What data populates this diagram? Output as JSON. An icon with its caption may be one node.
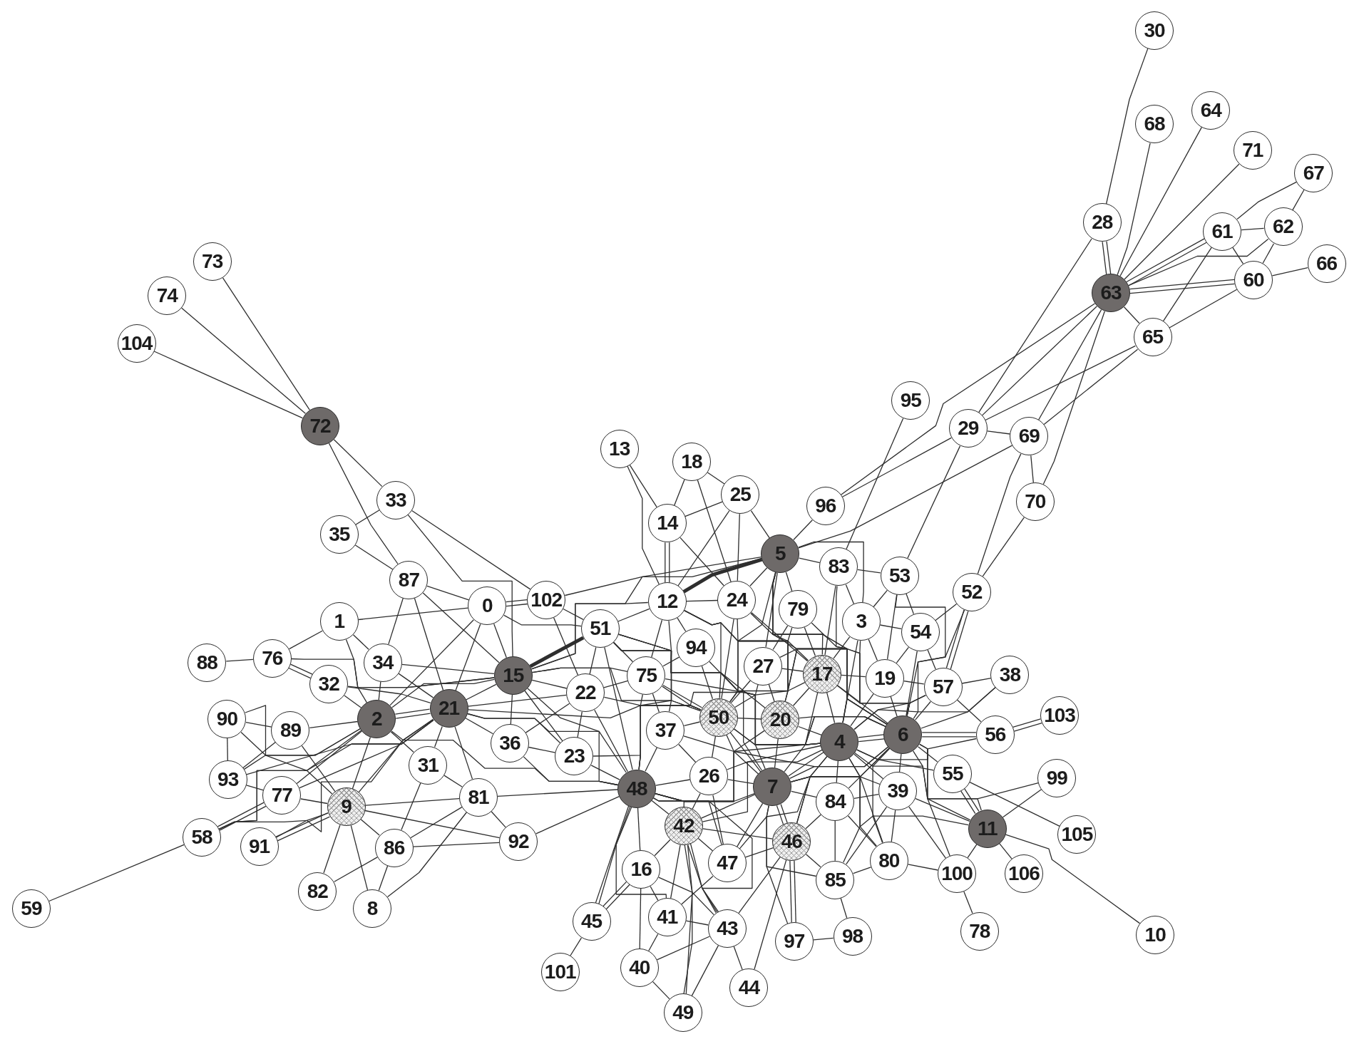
{
  "diagram": {
    "nodes": [
      {
        "text": [
          "0"
        ]
      },
      {
        "text": [
          "1"
        ]
      },
      {
        "text": [
          "2"
        ]
      },
      {
        "text": [
          "3"
        ]
      },
      {
        "text": [
          "4"
        ]
      },
      {
        "text": [
          "5"
        ]
      },
      {
        "text": [
          "6"
        ]
      },
      {
        "text": [
          "7"
        ]
      },
      {
        "text": [
          "8"
        ]
      },
      {
        "text": [
          "9"
        ]
      },
      {
        "text": [
          "10"
        ]
      },
      {
        "text": [
          "11"
        ]
      },
      {
        "text": [
          "12"
        ]
      },
      {
        "text": [
          "13"
        ]
      },
      {
        "text": [
          "14"
        ]
      },
      {
        "text": [
          "15"
        ]
      },
      {
        "text": [
          "16"
        ]
      },
      {
        "text": [
          "17"
        ]
      },
      {
        "text": [
          "18"
        ]
      },
      {
        "text": [
          "19"
        ]
      },
      {
        "text": [
          "20"
        ]
      },
      {
        "text": [
          "21"
        ]
      },
      {
        "text": [
          "22"
        ]
      },
      {
        "text": [
          "23"
        ]
      },
      {
        "text": [
          "24"
        ]
      },
      {
        "text": [
          "25"
        ]
      },
      {
        "text": [
          "26"
        ]
      },
      {
        "text": [
          "27"
        ]
      },
      {
        "text": [
          "28"
        ]
      },
      {
        "text": [
          "29"
        ]
      },
      {
        "text": [
          "30"
        ]
      },
      {
        "text": [
          "31"
        ]
      },
      {
        "text": [
          "32"
        ]
      },
      {
        "text": [
          "33"
        ]
      },
      {
        "text": [
          "34"
        ]
      },
      {
        "text": [
          "35"
        ]
      },
      {
        "text": [
          "36"
        ]
      },
      {
        "text": [
          "37"
        ]
      },
      {
        "text": [
          "38"
        ]
      },
      {
        "text": [
          "39"
        ]
      },
      {
        "text": [
          "40"
        ]
      },
      {
        "text": [
          "41"
        ]
      },
      {
        "text": [
          "42"
        ]
      },
      {
        "text": [
          "43"
        ]
      },
      {
        "text": [
          "44"
        ]
      },
      {
        "text": [
          "45"
        ]
      },
      {
        "text": [
          "46"
        ]
      },
      {
        "text": [
          "47"
        ]
      },
      {
        "text": [
          "48"
        ]
      },
      {
        "text": [
          "49"
        ]
      },
      {
        "text": [
          "50"
        ]
      },
      {
        "text": [
          "51"
        ]
      },
      {
        "text": [
          "52"
        ]
      },
      {
        "text": [
          "53"
        ]
      },
      {
        "text": [
          "54"
        ]
      },
      {
        "text": [
          "55"
        ]
      },
      {
        "text": [
          "56"
        ]
      },
      {
        "text": [
          "57"
        ]
      },
      {
        "text": [
          "58"
        ]
      },
      {
        "text": [
          "59"
        ]
      },
      {
        "text": [
          "60"
        ]
      },
      {
        "text": [
          "61"
        ]
      },
      {
        "text": [
          "62"
        ]
      },
      {
        "text": [
          "63"
        ]
      },
      {
        "text": [
          "64"
        ]
      },
      {
        "text": [
          "65"
        ]
      },
      {
        "text": [
          "66"
        ]
      },
      {
        "text": [
          "67"
        ]
      },
      {
        "text": [
          "68"
        ]
      },
      {
        "text": [
          "69"
        ]
      },
      {
        "text": [
          "70"
        ]
      },
      {
        "text": [
          "71"
        ]
      },
      {
        "text": [
          "72"
        ]
      },
      {
        "text": [
          "73"
        ]
      },
      {
        "text": [
          "74"
        ]
      },
      {
        "text": [
          "75"
        ]
      },
      {
        "text": [
          "76"
        ]
      },
      {
        "text": [
          "77"
        ]
      },
      {
        "text": [
          "78"
        ]
      },
      {
        "text": [
          "79"
        ]
      },
      {
        "text": [
          "80"
        ]
      },
      {
        "text": [
          "81"
        ]
      },
      {
        "text": [
          "82"
        ]
      },
      {
        "text": [
          "83"
        ]
      },
      {
        "text": [
          "84"
        ]
      },
      {
        "text": [
          "85"
        ]
      },
      {
        "text": [
          "86"
        ]
      },
      {
        "text": [
          "87"
        ]
      },
      {
        "text": [
          "88"
        ]
      },
      {
        "text": [
          "89"
        ]
      },
      {
        "text": [
          "90"
        ]
      },
      {
        "text": [
          "91"
        ]
      },
      {
        "text": [
          "92"
        ]
      },
      {
        "text": [
          "93"
        ]
      },
      {
        "text": [
          "94"
        ]
      },
      {
        "text": [
          "95"
        ]
      },
      {
        "text": [
          "96"
        ]
      },
      {
        "text": [
          "97"
        ]
      },
      {
        "text": [
          "98"
        ]
      },
      {
        "text": [
          "99"
        ]
      },
      {
        "text": [
          "100"
        ]
      },
      {
        "text": [
          "101"
        ]
      },
      {
        "text": [
          "102"
        ]
      },
      {
        "text": [
          "103"
        ]
      },
      {
        "text": [
          "104"
        ]
      },
      {
        "text": [
          "105"
        ]
      },
      {
        "text": [
          "106"
        ]
      }
    ],
    "edges": [
      {
        "from": 30,
        "to": 28,
        "arrow": "none"
      },
      {
        "from": 28,
        "to": 63,
        "arrow": "none"
      },
      {
        "from": 28,
        "to": 63,
        "arrow": "none"
      },
      {
        "from": 28,
        "to": 29,
        "arrow": "none"
      },
      {
        "from": 68,
        "to": 63,
        "arrow": "none"
      },
      {
        "from": 64,
        "to": 63,
        "arrow": "none"
      },
      {
        "from": 71,
        "to": 63,
        "arrow": "none"
      },
      {
        "from": 67,
        "to": 61,
        "arrow": "none"
      },
      {
        "from": 67,
        "to": 62,
        "arrow": "none"
      },
      {
        "from": 61,
        "to": 62,
        "arrow": "none"
      },
      {
        "from": 61,
        "to": 63,
        "arrow": "none"
      },
      {
        "from": 61,
        "to": 63,
        "arrow": "none"
      },
      {
        "from": 62,
        "to": 63,
        "arrow": "none"
      },
      {
        "from": 63,
        "to": 60,
        "arrow": "none"
      },
      {
        "from": 63,
        "to": 60,
        "arrow": "none"
      },
      {
        "from": 61,
        "to": 60,
        "arrow": "none"
      },
      {
        "from": 62,
        "to": 60,
        "arrow": "none"
      },
      {
        "from": 60,
        "to": 66,
        "arrow": "none"
      },
      {
        "from": 60,
        "to": 65,
        "arrow": "none"
      },
      {
        "from": 61,
        "to": 65,
        "arrow": "none"
      },
      {
        "from": 63,
        "to": 65,
        "arrow": "none"
      },
      {
        "from": 63,
        "to": 29,
        "arrow": "none"
      },
      {
        "from": 63,
        "to": 96,
        "arrow": "none"
      },
      {
        "from": 63,
        "to": 69,
        "arrow": "none"
      },
      {
        "from": 63,
        "to": 70,
        "arrow": "none"
      },
      {
        "from": 65,
        "to": 29,
        "arrow": "none"
      },
      {
        "from": 65,
        "to": 69,
        "arrow": "none"
      },
      {
        "from": 29,
        "to": 69,
        "arrow": "none"
      },
      {
        "from": 69,
        "to": 70,
        "arrow": "none"
      },
      {
        "from": 29,
        "to": 96,
        "arrow": "none"
      },
      {
        "from": 69,
        "to": 5,
        "arrow": "none"
      },
      {
        "from": 96,
        "to": 5,
        "arrow": "none"
      },
      {
        "from": 95,
        "to": 83,
        "arrow": "none"
      },
      {
        "from": 29,
        "to": 53,
        "arrow": "none"
      },
      {
        "from": 69,
        "to": 52,
        "arrow": "none"
      },
      {
        "from": 70,
        "to": 52,
        "arrow": "none"
      },
      {
        "from": 52,
        "to": 57,
        "arrow": "none"
      },
      {
        "from": 52,
        "to": 57,
        "arrow": "none"
      },
      {
        "from": 52,
        "to": 54,
        "arrow": "none"
      },
      {
        "from": 52,
        "to": 6,
        "arrow": "none"
      },
      {
        "from": 73,
        "to": 72,
        "arrow": "none"
      },
      {
        "from": 74,
        "to": 72,
        "arrow": "none"
      },
      {
        "from": 104,
        "to": 72,
        "arrow": "none"
      },
      {
        "from": 72,
        "to": 33,
        "arrow": "none"
      },
      {
        "from": 72,
        "to": 87,
        "arrow": "none"
      },
      {
        "from": 33,
        "to": 35,
        "arrow": "none"
      },
      {
        "from": 33,
        "to": 15,
        "arrow": "none"
      },
      {
        "from": 33,
        "to": 102,
        "arrow": "none"
      },
      {
        "from": 35,
        "to": 87,
        "arrow": "none"
      },
      {
        "from": 87,
        "to": 0,
        "arrow": "none"
      },
      {
        "from": 87,
        "to": 15,
        "arrow": "none"
      },
      {
        "from": 87,
        "to": 21,
        "arrow": "none"
      },
      {
        "from": 87,
        "to": 34,
        "arrow": "none"
      },
      {
        "from": 1,
        "to": 0,
        "arrow": "none"
      },
      {
        "from": 1,
        "to": 76,
        "arrow": "none"
      },
      {
        "from": 1,
        "to": 34,
        "arrow": "none"
      },
      {
        "from": 1,
        "to": 2,
        "arrow": "none"
      },
      {
        "from": 88,
        "to": 76,
        "arrow": "none"
      },
      {
        "from": 76,
        "to": 32,
        "arrow": "none"
      },
      {
        "from": 76,
        "to": 32,
        "arrow": "none"
      },
      {
        "from": 76,
        "to": 15,
        "arrow": "none"
      },
      {
        "from": 34,
        "to": 15,
        "arrow": "none"
      },
      {
        "from": 34,
        "to": 21,
        "arrow": "none"
      },
      {
        "from": 34,
        "to": 2,
        "arrow": "none"
      },
      {
        "from": 32,
        "to": 2,
        "arrow": "none"
      },
      {
        "from": 32,
        "to": 21,
        "arrow": "none"
      },
      {
        "from": 32,
        "to": 15,
        "arrow": "none"
      },
      {
        "from": 0,
        "to": 21,
        "arrow": "none"
      },
      {
        "from": 0,
        "to": 2,
        "arrow": "none"
      },
      {
        "from": 0,
        "to": 15,
        "arrow": "none"
      },
      {
        "from": 0,
        "to": 102,
        "arrow": "none"
      },
      {
        "from": 0,
        "to": 102,
        "arrow": "none"
      },
      {
        "from": 0,
        "to": 51,
        "arrow": "none"
      },
      {
        "from": 90,
        "to": 2,
        "arrow": "none"
      },
      {
        "from": 90,
        "to": 89,
        "arrow": "none"
      },
      {
        "from": 90,
        "to": 93,
        "arrow": "none"
      },
      {
        "from": 90,
        "to": 9,
        "arrow": "none"
      },
      {
        "from": 89,
        "to": 2,
        "arrow": "none"
      },
      {
        "from": 89,
        "to": 9,
        "arrow": "none"
      },
      {
        "from": 93,
        "to": 89,
        "arrow": "none"
      },
      {
        "from": 93,
        "to": 2,
        "arrow": "none"
      },
      {
        "from": 93,
        "to": 21,
        "arrow": "none"
      },
      {
        "from": 93,
        "to": 77,
        "arrow": "none"
      },
      {
        "from": 77,
        "to": 2,
        "arrow": "none"
      },
      {
        "from": 77,
        "to": 21,
        "arrow": "none"
      },
      {
        "from": 77,
        "to": 9,
        "arrow": "none"
      },
      {
        "from": 58,
        "to": 59,
        "arrow": "none"
      },
      {
        "from": 58,
        "to": 77,
        "arrow": "none"
      },
      {
        "from": 58,
        "to": 77,
        "arrow": "none"
      },
      {
        "from": 58,
        "to": 2,
        "arrow": "none"
      },
      {
        "from": 58,
        "to": 21,
        "arrow": "none"
      },
      {
        "from": 58,
        "to": 9,
        "arrow": "none"
      },
      {
        "from": 91,
        "to": 9,
        "arrow": "none"
      },
      {
        "from": 91,
        "to": 9,
        "arrow": "none"
      },
      {
        "from": 91,
        "to": 21,
        "arrow": "none"
      },
      {
        "from": 9,
        "to": 2,
        "arrow": "none"
      },
      {
        "from": 9,
        "to": 21,
        "arrow": "none"
      },
      {
        "from": 9,
        "to": 81,
        "arrow": "none"
      },
      {
        "from": 9,
        "to": 86,
        "arrow": "none"
      },
      {
        "from": 9,
        "to": 82,
        "arrow": "none"
      },
      {
        "from": 9,
        "to": 8,
        "arrow": "none"
      },
      {
        "from": 9,
        "to": 92,
        "arrow": "none"
      },
      {
        "from": 31,
        "to": 21,
        "arrow": "none"
      },
      {
        "from": 31,
        "to": 2,
        "arrow": "none"
      },
      {
        "from": 31,
        "to": 86,
        "arrow": "none"
      },
      {
        "from": 31,
        "to": 81,
        "arrow": "none"
      },
      {
        "from": 81,
        "to": 21,
        "arrow": "none"
      },
      {
        "from": 81,
        "to": 86,
        "arrow": "none"
      },
      {
        "from": 81,
        "to": 8,
        "arrow": "none"
      },
      {
        "from": 81,
        "to": 92,
        "arrow": "none"
      },
      {
        "from": 81,
        "to": 48,
        "arrow": "none"
      },
      {
        "from": 86,
        "to": 82,
        "arrow": "none"
      },
      {
        "from": 86,
        "to": 8,
        "arrow": "none"
      },
      {
        "from": 86,
        "to": 92,
        "arrow": "none"
      },
      {
        "from": 92,
        "to": 48,
        "arrow": "none"
      },
      {
        "from": 36,
        "to": 21,
        "arrow": "none"
      },
      {
        "from": 36,
        "to": 15,
        "arrow": "none"
      },
      {
        "from": 36,
        "to": 22,
        "arrow": "none"
      },
      {
        "from": 36,
        "to": 23,
        "arrow": "none"
      },
      {
        "from": 23,
        "to": 21,
        "arrow": "none"
      },
      {
        "from": 23,
        "to": 48,
        "arrow": "none"
      },
      {
        "from": 2,
        "to": 21,
        "arrow": "none"
      },
      {
        "from": 2,
        "to": 21,
        "arrow": "none"
      },
      {
        "from": 21,
        "to": 15,
        "arrow": "none"
      },
      {
        "from": 15,
        "to": 51,
        "arrow": "none",
        "style": "thick"
      },
      {
        "from": 15,
        "to": 22,
        "arrow": "none"
      },
      {
        "from": 15,
        "to": 48,
        "arrow": "none"
      },
      {
        "from": 15,
        "to": 12,
        "arrow": "none"
      },
      {
        "from": 15,
        "to": 5,
        "arrow": "none"
      },
      {
        "from": 102,
        "to": 51,
        "arrow": "none"
      },
      {
        "from": 102,
        "to": 5,
        "arrow": "none"
      },
      {
        "from": 102,
        "to": 22,
        "arrow": "none"
      },
      {
        "from": 21,
        "to": 48,
        "arrow": "none"
      },
      {
        "from": 2,
        "to": 48,
        "arrow": "none"
      },
      {
        "from": 21,
        "to": 50,
        "arrow": "none"
      },
      {
        "from": 15,
        "to": 50,
        "arrow": "none"
      },
      {
        "from": 2,
        "to": 15,
        "arrow": "none"
      },
      {
        "from": 21,
        "to": 22,
        "arrow": "none"
      },
      {
        "from": 15,
        "to": 23,
        "arrow": "none"
      },
      {
        "from": 36,
        "to": 48,
        "arrow": "none"
      },
      {
        "from": 13,
        "to": 14,
        "arrow": "none"
      },
      {
        "from": 13,
        "to": 12,
        "arrow": "none"
      },
      {
        "from": 18,
        "to": 14,
        "arrow": "none"
      },
      {
        "from": 18,
        "to": 24,
        "arrow": "none"
      },
      {
        "from": 18,
        "to": 25,
        "arrow": "none"
      },
      {
        "from": 14,
        "to": 25,
        "arrow": "none"
      },
      {
        "from": 14,
        "to": 12,
        "arrow": "none"
      },
      {
        "from": 14,
        "to": 12,
        "arrow": "none"
      },
      {
        "from": 14,
        "to": 24,
        "arrow": "none"
      },
      {
        "from": 25,
        "to": 5,
        "arrow": "none"
      },
      {
        "from": 25,
        "to": 24,
        "arrow": "none"
      },
      {
        "from": 25,
        "to": 12,
        "arrow": "none"
      },
      {
        "from": 12,
        "to": 5,
        "arrow": "none",
        "style": "thick"
      },
      {
        "from": 12,
        "to": 51,
        "arrow": "none"
      },
      {
        "from": 12,
        "to": 24,
        "arrow": "none"
      },
      {
        "from": 12,
        "to": 75,
        "arrow": "none"
      },
      {
        "from": 12,
        "to": 94,
        "arrow": "none"
      },
      {
        "from": 12,
        "to": 48,
        "arrow": "none"
      },
      {
        "from": 12,
        "to": 50,
        "arrow": "none"
      },
      {
        "from": 12,
        "to": 6,
        "arrow": "none"
      },
      {
        "from": 12,
        "to": 17,
        "arrow": "none"
      },
      {
        "from": 5,
        "to": 24,
        "arrow": "none"
      },
      {
        "from": 5,
        "to": 79,
        "arrow": "none"
      },
      {
        "from": 5,
        "to": 27,
        "arrow": "none"
      },
      {
        "from": 5,
        "to": 17,
        "arrow": "none"
      },
      {
        "from": 5,
        "to": 50,
        "arrow": "none"
      },
      {
        "from": 5,
        "to": 20,
        "arrow": "none"
      },
      {
        "from": 5,
        "to": 4,
        "arrow": "none"
      },
      {
        "from": 5,
        "to": 6,
        "arrow": "none"
      },
      {
        "from": 5,
        "to": 83,
        "arrow": "none"
      },
      {
        "from": 5,
        "to": 3,
        "arrow": "none"
      },
      {
        "from": 51,
        "to": 48,
        "arrow": "none"
      },
      {
        "from": 51,
        "to": 75,
        "arrow": "none"
      },
      {
        "from": 51,
        "to": 22,
        "arrow": "none"
      },
      {
        "from": 51,
        "to": 37,
        "arrow": "none"
      },
      {
        "from": 51,
        "to": 50,
        "arrow": "none"
      },
      {
        "from": 51,
        "to": 6,
        "arrow": "none"
      },
      {
        "from": 51,
        "to": 4,
        "arrow": "none"
      },
      {
        "from": 51,
        "to": 20,
        "arrow": "none"
      },
      {
        "from": 94,
        "to": 50,
        "arrow": "none"
      },
      {
        "from": 94,
        "to": 75,
        "arrow": "none"
      },
      {
        "from": 94,
        "to": 4,
        "arrow": "none"
      },
      {
        "from": 24,
        "to": 50,
        "arrow": "none"
      },
      {
        "from": 24,
        "to": 20,
        "arrow": "none"
      },
      {
        "from": 24,
        "to": 17,
        "arrow": "none"
      },
      {
        "from": 24,
        "to": 6,
        "arrow": "none"
      },
      {
        "from": 79,
        "to": 17,
        "arrow": "none"
      },
      {
        "from": 79,
        "to": 27,
        "arrow": "none"
      },
      {
        "from": 79,
        "to": 50,
        "arrow": "none"
      },
      {
        "from": 79,
        "to": 6,
        "arrow": "none"
      },
      {
        "from": 83,
        "to": 3,
        "arrow": "none"
      },
      {
        "from": 83,
        "to": 53,
        "arrow": "none"
      },
      {
        "from": 83,
        "to": 17,
        "arrow": "none"
      },
      {
        "from": 83,
        "to": 4,
        "arrow": "none"
      },
      {
        "from": 53,
        "to": 3,
        "arrow": "none"
      },
      {
        "from": 53,
        "to": 54,
        "arrow": "none"
      },
      {
        "from": 53,
        "to": 19,
        "arrow": "none"
      },
      {
        "from": 53,
        "to": 6,
        "arrow": "none"
      },
      {
        "from": 3,
        "to": 19,
        "arrow": "none"
      },
      {
        "from": 3,
        "to": 17,
        "arrow": "none"
      },
      {
        "from": 3,
        "to": 6,
        "arrow": "none"
      },
      {
        "from": 3,
        "to": 54,
        "arrow": "none"
      },
      {
        "from": 3,
        "to": 4,
        "arrow": "none"
      },
      {
        "from": 54,
        "to": 19,
        "arrow": "none"
      },
      {
        "from": 54,
        "to": 6,
        "arrow": "none"
      },
      {
        "from": 54,
        "to": 57,
        "arrow": "none"
      },
      {
        "from": 19,
        "to": 6,
        "arrow": "none"
      },
      {
        "from": 19,
        "to": 17,
        "arrow": "none"
      },
      {
        "from": 19,
        "to": 4,
        "arrow": "none"
      },
      {
        "from": 19,
        "to": 57,
        "arrow": "none"
      },
      {
        "from": 57,
        "to": 38,
        "arrow": "none"
      },
      {
        "from": 57,
        "to": 6,
        "arrow": "none"
      },
      {
        "from": 57,
        "to": 56,
        "arrow": "none"
      },
      {
        "from": 57,
        "to": 4,
        "arrow": "none"
      },
      {
        "from": 38,
        "to": 6,
        "arrow": "none"
      },
      {
        "from": 38,
        "to": 4,
        "arrow": "none"
      },
      {
        "from": 56,
        "to": 6,
        "arrow": "none"
      },
      {
        "from": 56,
        "to": 6,
        "arrow": "none"
      },
      {
        "from": 56,
        "to": 103,
        "arrow": "none"
      },
      {
        "from": 56,
        "to": 103,
        "arrow": "none"
      },
      {
        "from": 56,
        "to": 4,
        "arrow": "none"
      },
      {
        "from": 6,
        "to": 99,
        "arrow": "none"
      },
      {
        "from": 55,
        "to": 105,
        "arrow": "none"
      },
      {
        "from": 6,
        "to": 55,
        "arrow": "none"
      },
      {
        "from": 55,
        "to": 11,
        "arrow": "none"
      },
      {
        "from": 55,
        "to": 11,
        "arrow": "none"
      },
      {
        "from": 4,
        "to": 55,
        "arrow": "none"
      },
      {
        "from": 11,
        "to": 99,
        "arrow": "none"
      },
      {
        "from": 11,
        "to": 106,
        "arrow": "none"
      },
      {
        "from": 11,
        "to": 10,
        "arrow": "none"
      },
      {
        "from": 11,
        "to": 100,
        "arrow": "none"
      },
      {
        "from": 11,
        "to": 6,
        "arrow": "none"
      },
      {
        "from": 11,
        "to": 4,
        "arrow": "none"
      },
      {
        "from": 11,
        "to": 39,
        "arrow": "none"
      },
      {
        "from": 11,
        "to": 7,
        "arrow": "none"
      },
      {
        "from": 100,
        "to": 78,
        "arrow": "none"
      },
      {
        "from": 100,
        "to": 39,
        "arrow": "none"
      },
      {
        "from": 100,
        "to": 6,
        "arrow": "none"
      },
      {
        "from": 80,
        "to": 100,
        "arrow": "none"
      },
      {
        "from": 39,
        "to": 6,
        "arrow": "none"
      },
      {
        "from": 39,
        "to": 4,
        "arrow": "none"
      },
      {
        "from": 39,
        "to": 80,
        "arrow": "none"
      },
      {
        "from": 39,
        "to": 84,
        "arrow": "none"
      },
      {
        "from": 39,
        "to": 7,
        "arrow": "none"
      },
      {
        "from": 80,
        "to": 85,
        "arrow": "none"
      },
      {
        "from": 80,
        "to": 4,
        "arrow": "none"
      },
      {
        "from": 80,
        "to": 6,
        "arrow": "none"
      },
      {
        "from": 80,
        "to": 84,
        "arrow": "none"
      },
      {
        "from": 80,
        "to": 7,
        "arrow": "none"
      },
      {
        "from": 85,
        "to": 46,
        "arrow": "none"
      },
      {
        "from": 85,
        "to": 98,
        "arrow": "none"
      },
      {
        "from": 85,
        "to": 84,
        "arrow": "none"
      },
      {
        "from": 85,
        "to": 4,
        "arrow": "none"
      },
      {
        "from": 85,
        "to": 7,
        "arrow": "none"
      },
      {
        "from": 85,
        "to": 39,
        "arrow": "none"
      },
      {
        "from": 97,
        "to": 98,
        "arrow": "none"
      },
      {
        "from": 97,
        "to": 46,
        "arrow": "none"
      },
      {
        "from": 97,
        "to": 46,
        "arrow": "none"
      },
      {
        "from": 97,
        "to": 7,
        "arrow": "none"
      },
      {
        "from": 84,
        "to": 4,
        "arrow": "none"
      },
      {
        "from": 84,
        "to": 6,
        "arrow": "none"
      },
      {
        "from": 84,
        "to": 7,
        "arrow": "none"
      },
      {
        "from": 84,
        "to": 46,
        "arrow": "none"
      },
      {
        "from": 46,
        "to": 7,
        "arrow": "none"
      },
      {
        "from": 46,
        "to": 7,
        "arrow": "none"
      },
      {
        "from": 46,
        "to": 44,
        "arrow": "none"
      },
      {
        "from": 46,
        "to": 43,
        "arrow": "none"
      },
      {
        "from": 46,
        "to": 47,
        "arrow": "none"
      },
      {
        "from": 46,
        "to": 42,
        "arrow": "none"
      },
      {
        "from": 46,
        "to": 4,
        "arrow": "none"
      },
      {
        "from": 46,
        "to": 6,
        "arrow": "none"
      },
      {
        "from": 47,
        "to": 42,
        "arrow": "none"
      },
      {
        "from": 47,
        "to": 7,
        "arrow": "none"
      },
      {
        "from": 47,
        "to": 41,
        "arrow": "none"
      },
      {
        "from": 47,
        "to": 48,
        "arrow": "none"
      },
      {
        "from": 47,
        "to": 4,
        "arrow": "none"
      },
      {
        "from": 43,
        "to": 42,
        "arrow": "none"
      },
      {
        "from": 43,
        "to": 42,
        "arrow": "none"
      },
      {
        "from": 43,
        "to": 41,
        "arrow": "none"
      },
      {
        "from": 43,
        "to": 40,
        "arrow": "none"
      },
      {
        "from": 43,
        "to": 49,
        "arrow": "none"
      },
      {
        "from": 43,
        "to": 44,
        "arrow": "none"
      },
      {
        "from": 43,
        "to": 48,
        "arrow": "none"
      },
      {
        "from": 16,
        "to": 43,
        "arrow": "none"
      },
      {
        "from": 41,
        "to": 48,
        "arrow": "none"
      },
      {
        "from": 41,
        "to": 16,
        "arrow": "none"
      },
      {
        "from": 42,
        "to": 49,
        "arrow": "none"
      },
      {
        "from": 42,
        "to": 49,
        "arrow": "none"
      },
      {
        "from": 41,
        "to": 40,
        "arrow": "none"
      },
      {
        "from": 41,
        "to": 42,
        "arrow": "none"
      },
      {
        "from": 40,
        "to": 16,
        "arrow": "none"
      },
      {
        "from": 40,
        "to": 49,
        "arrow": "none"
      },
      {
        "from": 16,
        "to": 48,
        "arrow": "none"
      },
      {
        "from": 16,
        "to": 42,
        "arrow": "none"
      },
      {
        "from": 16,
        "to": 45,
        "arrow": "none"
      },
      {
        "from": 16,
        "to": 45,
        "arrow": "none"
      },
      {
        "from": 45,
        "to": 48,
        "arrow": "none"
      },
      {
        "from": 45,
        "to": 48,
        "arrow": "none"
      },
      {
        "from": 45,
        "to": 101,
        "arrow": "none"
      },
      {
        "from": 42,
        "to": 48,
        "arrow": "none"
      },
      {
        "from": 42,
        "to": 7,
        "arrow": "none"
      },
      {
        "from": 42,
        "to": 50,
        "arrow": "none"
      },
      {
        "from": 42,
        "to": 26,
        "arrow": "none"
      },
      {
        "from": 42,
        "to": 4,
        "arrow": "none"
      },
      {
        "from": 26,
        "to": 48,
        "arrow": "none"
      },
      {
        "from": 26,
        "to": 7,
        "arrow": "none"
      },
      {
        "from": 26,
        "to": 50,
        "arrow": "none"
      },
      {
        "from": 26,
        "to": 37,
        "arrow": "none"
      },
      {
        "from": 26,
        "to": 4,
        "arrow": "none"
      },
      {
        "from": 26,
        "to": 47,
        "arrow": "none"
      },
      {
        "from": 37,
        "to": 48,
        "arrow": "none"
      },
      {
        "from": 37,
        "to": 50,
        "arrow": "none"
      },
      {
        "from": 37,
        "to": 75,
        "arrow": "none"
      },
      {
        "from": 37,
        "to": 7,
        "arrow": "none"
      },
      {
        "from": 48,
        "to": 50,
        "arrow": "none"
      },
      {
        "from": 48,
        "to": 7,
        "arrow": "none"
      },
      {
        "from": 48,
        "to": 20,
        "arrow": "none"
      },
      {
        "from": 48,
        "to": 22,
        "arrow": "none"
      },
      {
        "from": 48,
        "to": 75,
        "arrow": "none"
      },
      {
        "from": 48,
        "to": 4,
        "arrow": "none"
      },
      {
        "from": 48,
        "to": 6,
        "arrow": "none"
      },
      {
        "from": 50,
        "to": 20,
        "arrow": "none"
      },
      {
        "from": 50,
        "to": 7,
        "arrow": "none"
      },
      {
        "from": 50,
        "to": 4,
        "arrow": "none"
      },
      {
        "from": 50,
        "to": 6,
        "arrow": "none"
      },
      {
        "from": 50,
        "to": 17,
        "arrow": "none"
      },
      {
        "from": 50,
        "to": 75,
        "arrow": "none"
      },
      {
        "from": 50,
        "to": 22,
        "arrow": "none"
      },
      {
        "from": 50,
        "to": 27,
        "arrow": "none"
      },
      {
        "from": 20,
        "to": 7,
        "arrow": "none"
      },
      {
        "from": 20,
        "to": 4,
        "arrow": "none"
      },
      {
        "from": 20,
        "to": 6,
        "arrow": "none"
      },
      {
        "from": 20,
        "to": 17,
        "arrow": "none"
      },
      {
        "from": 20,
        "to": 27,
        "arrow": "none"
      },
      {
        "from": 17,
        "to": 4,
        "arrow": "none"
      },
      {
        "from": 17,
        "to": 6,
        "arrow": "none"
      },
      {
        "from": 17,
        "to": 7,
        "arrow": "none"
      },
      {
        "from": 17,
        "to": 27,
        "arrow": "none"
      },
      {
        "from": 17,
        "to": 57,
        "arrow": "none"
      },
      {
        "from": 4,
        "to": 6,
        "arrow": "none"
      },
      {
        "from": 4,
        "to": 6,
        "arrow": "none"
      },
      {
        "from": 4,
        "to": 7,
        "arrow": "none"
      },
      {
        "from": 7,
        "to": 6,
        "arrow": "none"
      },
      {
        "from": 27,
        "to": 7,
        "arrow": "none"
      },
      {
        "from": 27,
        "to": 6,
        "arrow": "none"
      },
      {
        "from": 75,
        "to": 22,
        "arrow": "none"
      },
      {
        "from": 75,
        "to": 15,
        "arrow": "none"
      },
      {
        "from": 75,
        "to": 7,
        "arrow": "none"
      },
      {
        "from": 75,
        "to": 6,
        "arrow": "none"
      },
      {
        "from": 22,
        "to": 23,
        "arrow": "none"
      },
      {
        "from": 23,
        "to": 50,
        "arrow": "none"
      }
    ]
  }
}
